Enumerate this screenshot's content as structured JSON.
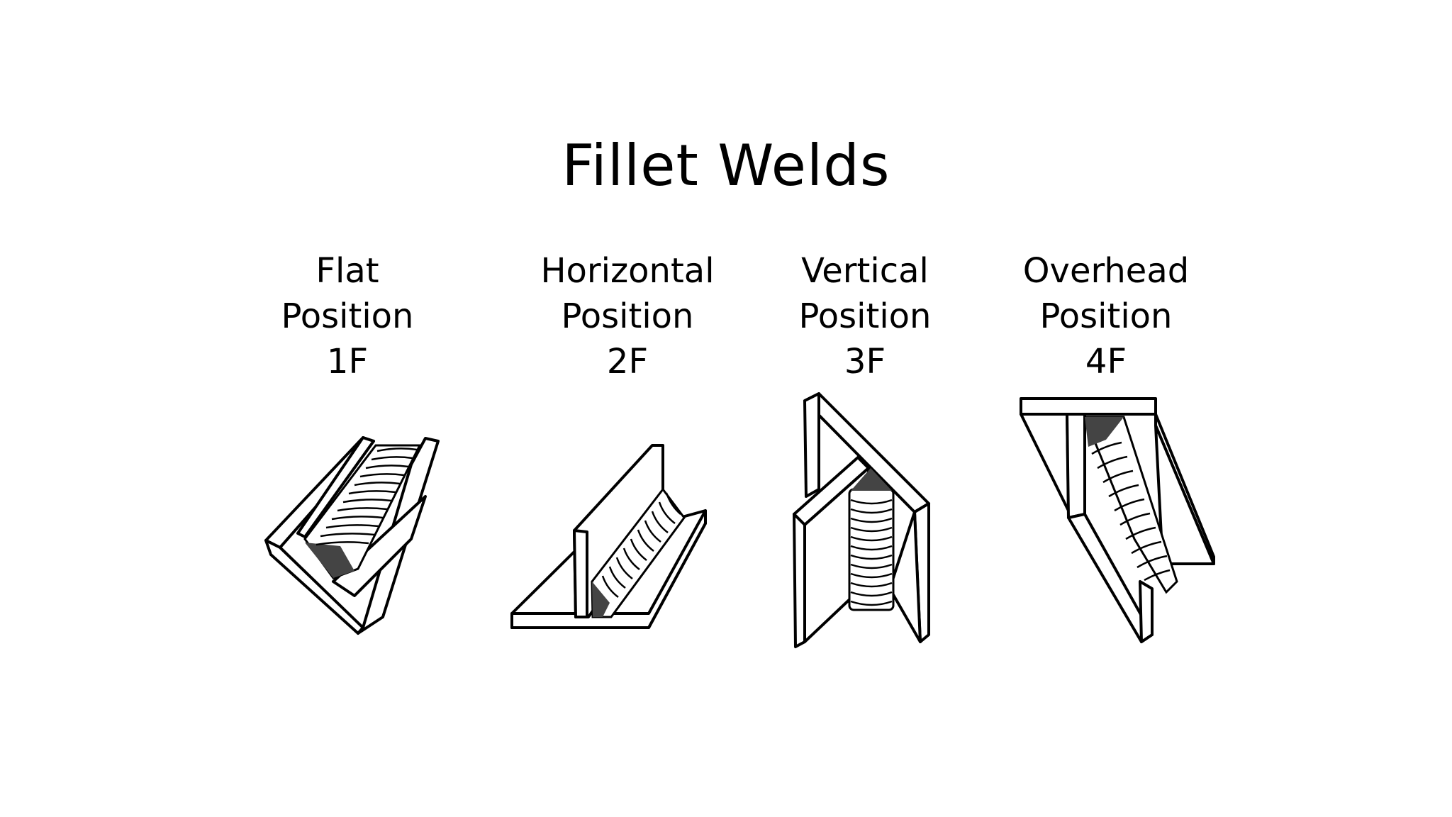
{
  "title": "Fillet Welds",
  "positions": [
    {
      "line1": "Flat",
      "line2": "Position",
      "code": "1F"
    },
    {
      "line1": "Horizontal",
      "line2": "Position",
      "code": "2F"
    },
    {
      "line1": "Vertical",
      "line2": "Position",
      "code": "3F"
    },
    {
      "line1": "Overhead",
      "line2": "Position",
      "code": "4F"
    }
  ]
}
